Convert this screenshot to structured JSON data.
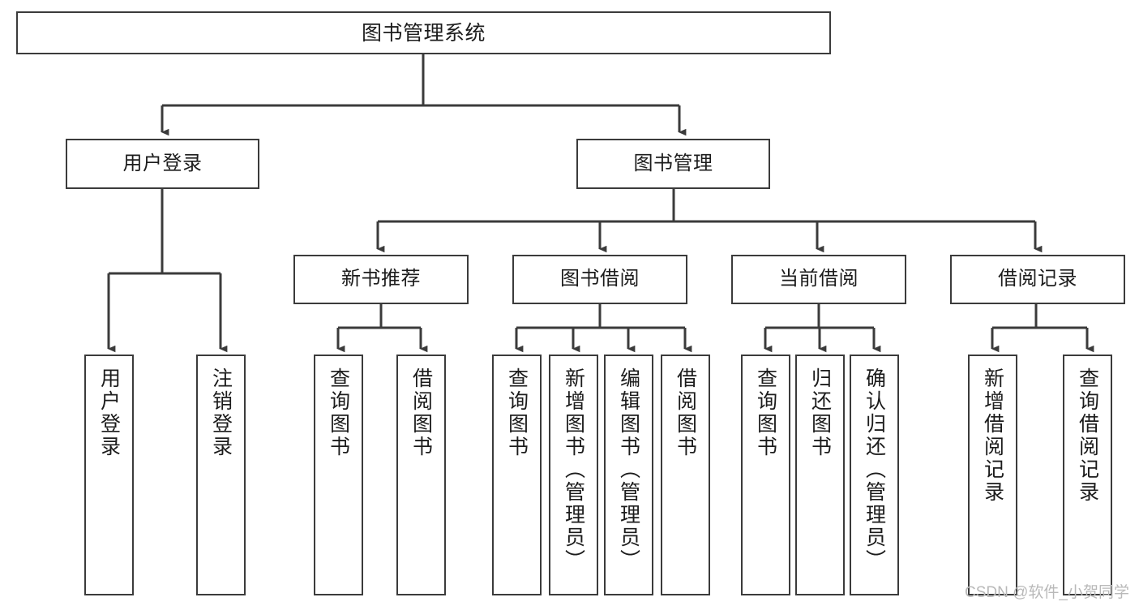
{
  "diagram": {
    "type": "tree-hierarchy-chart",
    "title_node": "图书管理系统",
    "watermark": "CSDN @软件_小贺同学",
    "colors": {
      "stroke": "#3b3b3b",
      "fill": "#ffffff",
      "text": "#1c1c1c",
      "watermark": "#b9b9b9"
    },
    "levels": {
      "level1": [
        "图书管理系统"
      ],
      "level2": [
        "用户登录",
        "图书管理"
      ],
      "level3": [
        "新书推荐",
        "图书借阅",
        "当前借阅",
        "借阅记录"
      ],
      "level4": [
        "用户登录",
        "注销登录",
        "查询图书",
        "借阅图书",
        "查询图书",
        "新增图书（管理员）",
        "编辑图书（管理员）",
        "借阅图书",
        "查询图书",
        "归还图书",
        "确认归还（管理员）",
        "新增借阅记录",
        "查询借阅记录"
      ]
    },
    "nodes": {
      "root": {
        "label": "图书管理系统"
      },
      "user_login": {
        "label": "用户登录"
      },
      "book_manage": {
        "label": "图书管理"
      },
      "new_book_rec": {
        "label": "新书推荐"
      },
      "book_borrow": {
        "label": "图书借阅"
      },
      "current_borrow": {
        "label": "当前借阅"
      },
      "borrow_record": {
        "label": "借阅记录"
      },
      "leaf_user_login": {
        "label": "用户登录"
      },
      "leaf_logout": {
        "label": "注销登录"
      },
      "leaf_query_book_1": {
        "label": "查询图书"
      },
      "leaf_borrow_book_1": {
        "label": "借阅图书"
      },
      "leaf_query_book_2": {
        "label": "查询图书"
      },
      "leaf_add_book_admin": {
        "label": "新增图书（管理员）"
      },
      "leaf_edit_book_admin": {
        "label": "编辑图书（管理员）"
      },
      "leaf_borrow_book_2": {
        "label": "借阅图书"
      },
      "leaf_query_book_3": {
        "label": "查询图书"
      },
      "leaf_return_book": {
        "label": "归还图书"
      },
      "leaf_confirm_return_admin": {
        "label": "确认归还（管理员）"
      },
      "leaf_add_borrow_record": {
        "label": "新增借阅记录"
      },
      "leaf_query_borrow_record": {
        "label": "查询借阅记录"
      }
    },
    "edges": [
      {
        "from": "图书管理系统",
        "to": "用户登录"
      },
      {
        "from": "图书管理系统",
        "to": "图书管理"
      },
      {
        "from": "用户登录",
        "to": "用户登录"
      },
      {
        "from": "用户登录",
        "to": "注销登录"
      },
      {
        "from": "图书管理",
        "to": "新书推荐"
      },
      {
        "from": "图书管理",
        "to": "图书借阅"
      },
      {
        "from": "图书管理",
        "to": "当前借阅"
      },
      {
        "from": "图书管理",
        "to": "借阅记录"
      },
      {
        "from": "新书推荐",
        "to": "查询图书"
      },
      {
        "from": "新书推荐",
        "to": "借阅图书"
      },
      {
        "from": "图书借阅",
        "to": "查询图书"
      },
      {
        "from": "图书借阅",
        "to": "新增图书（管理员）"
      },
      {
        "from": "图书借阅",
        "to": "编辑图书（管理员）"
      },
      {
        "from": "图书借阅",
        "to": "借阅图书"
      },
      {
        "from": "当前借阅",
        "to": "查询图书"
      },
      {
        "from": "当前借阅",
        "to": "归还图书"
      },
      {
        "from": "当前借阅",
        "to": "确认归还（管理员）"
      },
      {
        "from": "借阅记录",
        "to": "新增借阅记录"
      },
      {
        "from": "借阅记录",
        "to": "查询借阅记录"
      }
    ]
  }
}
